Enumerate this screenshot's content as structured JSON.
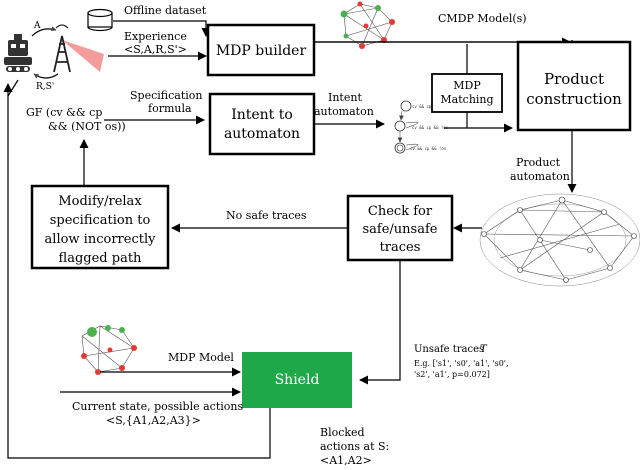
{
  "nodes": {
    "offline_dataset": "Offline dataset",
    "experience": "Experience",
    "experience_tuple": "<S,A,R,S'>",
    "mdp_builder": "MDP builder",
    "cmdp_models": "CMDP Model(s)",
    "spec_formula_line1": "Specification",
    "spec_formula_line2": "formula",
    "intent_to_automaton_line1": "Intent to",
    "intent_to_automaton_line2": "automaton",
    "intent_automaton_line1": "Intent",
    "intent_automaton_line2": "automaton",
    "mdp_matching_line1": "MDP",
    "mdp_matching_line2": "Matching",
    "product_construction_line1": "Product",
    "product_construction_line2": "construction",
    "product_automaton_line1": "Product",
    "product_automaton_line2": "automaton",
    "gf_formula_line1": "GF (cv && cp",
    "gf_formula_line2": "&& (NOT os))",
    "modify_line1": "Modify/relax",
    "modify_line2": "specification to",
    "modify_line3": "allow incorrectly",
    "modify_line4": "flagged path",
    "no_safe_traces": "No safe traces",
    "check_line1": "Check for",
    "check_line2": "safe/unsafe",
    "check_line3": "traces",
    "unsafe_traces_label": "Unsafe traces",
    "unsafe_traces_symbol": "T",
    "unsafe_example_line1": "E.g. ['s1', 's0', 'a1', 's0',",
    "unsafe_example_line2": "'s2', 'a1', p=0.072]",
    "mdp_model": "MDP Model",
    "shield": "Shield",
    "current_state_line1": "Current state, possible actions",
    "current_state_line2": "<S,{A1,A2,A3}>",
    "blocked_line1": "Blocked",
    "blocked_line2": "actions at S:",
    "blocked_line3": "<A1,A2>",
    "agent_action": "A",
    "agent_feedback": "R,S'"
  },
  "automaton_labels": {
    "cv_cp": "cv && cp",
    "cv_cp_os": "cv && cp && !os",
    "cv_cp_b": "cv && cp && !os"
  },
  "colors": {
    "shield_fill": "#1fa84a",
    "cone": "#f28b8b",
    "node_green": "#4caf50",
    "node_red": "#e53935",
    "robot": "#333333"
  },
  "icons": [
    "robot-icon",
    "antenna-icon",
    "database-icon"
  ]
}
